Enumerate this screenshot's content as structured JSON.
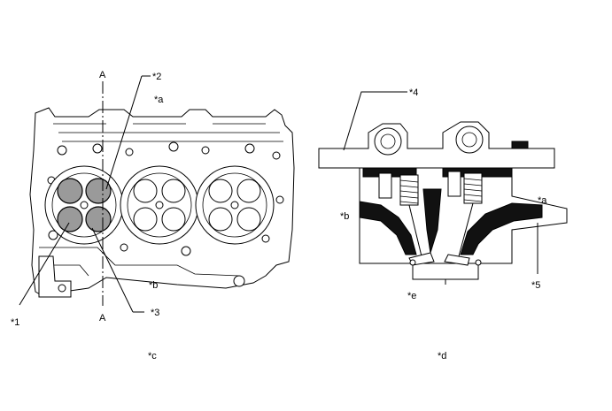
{
  "left_view": {
    "section_mark_top": "A",
    "section_mark_bottom": "A",
    "callouts": {
      "c1": "*1",
      "c2": "*2",
      "c3": "*3",
      "a": "*a",
      "b": "*b"
    },
    "caption": "*c"
  },
  "right_view": {
    "callouts": {
      "c4": "*4",
      "c5": "*5",
      "a": "*a",
      "b": "*b",
      "e": "*e"
    },
    "caption": "*d"
  },
  "colors": {
    "line": "#000000",
    "highlight": "#9a9a9a",
    "section": "#111111"
  }
}
